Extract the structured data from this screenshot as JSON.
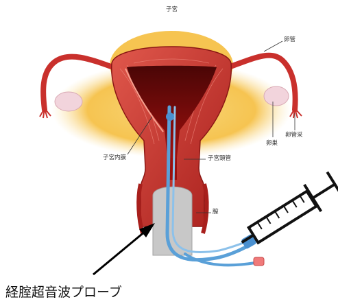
{
  "labels": {
    "uterus": "子宮",
    "fallopian_tube": "卵管",
    "fimbria": "卵管采",
    "ovary": "卵巣",
    "endometrium": "子宮内膜",
    "cervical_canal": "子宮頸管",
    "vagina": "膣"
  },
  "caption": "経腟超音波プローブ",
  "colors": {
    "uterus_muscle": "#c9302c",
    "cavity": "#7a0a0a",
    "background_glow": "#f6c451",
    "probe": "#c8c8c8",
    "catheter": "#5aa0d8",
    "catheter_tip": "#f07a7a",
    "syringe_outline": "#111111"
  },
  "icons": [
    "arrow-icon",
    "syringe-icon",
    "catheter-icon",
    "probe-icon"
  ]
}
